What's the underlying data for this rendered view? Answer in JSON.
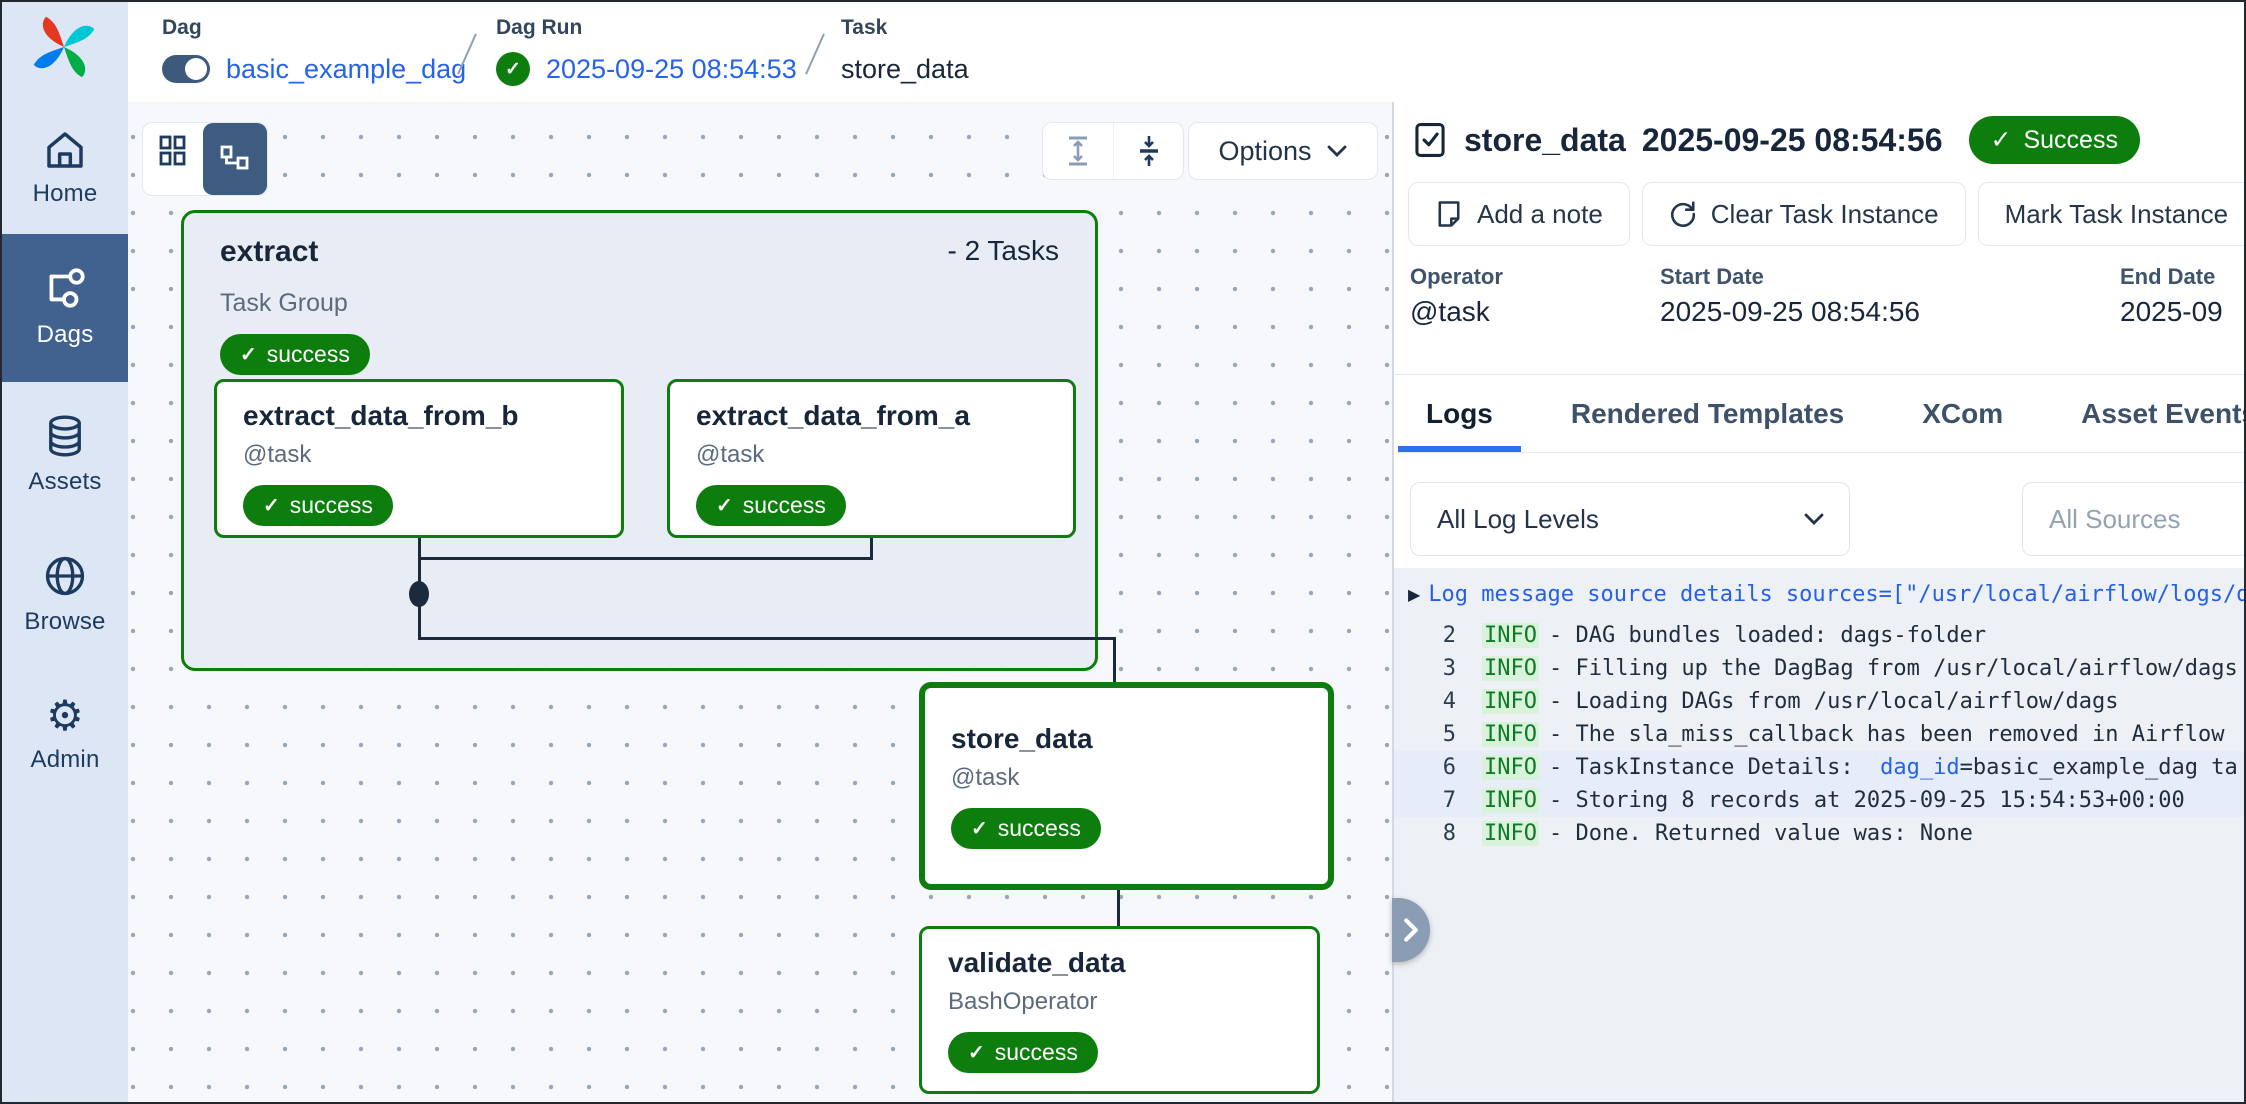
{
  "breadcrumb": {
    "dag_label": "Dag",
    "dag_value": "basic_example_dag",
    "dag_run_label": "Dag Run",
    "dag_run_value": "2025-09-25 08:54:53",
    "task_label": "Task",
    "task_value": "store_data"
  },
  "sidebar": {
    "items": [
      {
        "label": "Home"
      },
      {
        "label": "Dags"
      },
      {
        "label": "Assets"
      },
      {
        "label": "Browse"
      },
      {
        "label": "Admin"
      }
    ]
  },
  "toolbar": {
    "options_label": "Options"
  },
  "graph": {
    "group": {
      "title": "extract",
      "tasks_badge": "- 2 Tasks",
      "subtitle": "Task Group",
      "status": "success"
    },
    "nodes": [
      {
        "title": "extract_data_from_b",
        "operator": "@task",
        "status": "success"
      },
      {
        "title": "extract_data_from_a",
        "operator": "@task",
        "status": "success"
      },
      {
        "title": "store_data",
        "operator": "@task",
        "status": "success"
      },
      {
        "title": "validate_data",
        "operator": "BashOperator",
        "status": "success"
      }
    ]
  },
  "panel": {
    "title": "store_data",
    "timestamp": "2025-09-25 08:54:56",
    "status": "Success",
    "actions": [
      {
        "label": "Add a note"
      },
      {
        "label": "Clear Task Instance"
      },
      {
        "label": "Mark Task Instance"
      }
    ],
    "meta": {
      "operator_label": "Operator",
      "operator_value": "@task",
      "start_label": "Start Date",
      "start_value": "2025-09-25 08:54:56",
      "end_label": "End Date",
      "end_value": "2025-09"
    },
    "tabs": [
      {
        "label": "Logs"
      },
      {
        "label": "Rendered Templates"
      },
      {
        "label": "XCom"
      },
      {
        "label": "Asset Events"
      }
    ],
    "log_level_filter": "All Log Levels",
    "sources_placeholder": "All Sources",
    "logs": {
      "summary": "Log message source details sources=[\"/usr/local/airflow/logs/d",
      "lines": [
        {
          "n": "2",
          "level": "INFO",
          "msg": "- DAG bundles loaded: dags-folder"
        },
        {
          "n": "3",
          "level": "INFO",
          "msg": "- Filling up the DagBag from /usr/local/airflow/dags"
        },
        {
          "n": "4",
          "level": "INFO",
          "msg": "- Loading DAGs from /usr/local/airflow/dags"
        },
        {
          "n": "5",
          "level": "INFO",
          "msg": "- The sla_miss_callback has been removed in Airflow"
        },
        {
          "n": "6",
          "level": "INFO",
          "msg_pre": "- TaskInstance Details:  ",
          "msg_link": "dag_id",
          "msg_post": "=basic_example_dag ta"
        },
        {
          "n": "7",
          "level": "INFO",
          "msg": "- Storing 8 records at 2025-09-25 15:54:53+00:00"
        },
        {
          "n": "8",
          "level": "INFO",
          "msg": "- Done. Returned value was: None"
        }
      ]
    }
  }
}
